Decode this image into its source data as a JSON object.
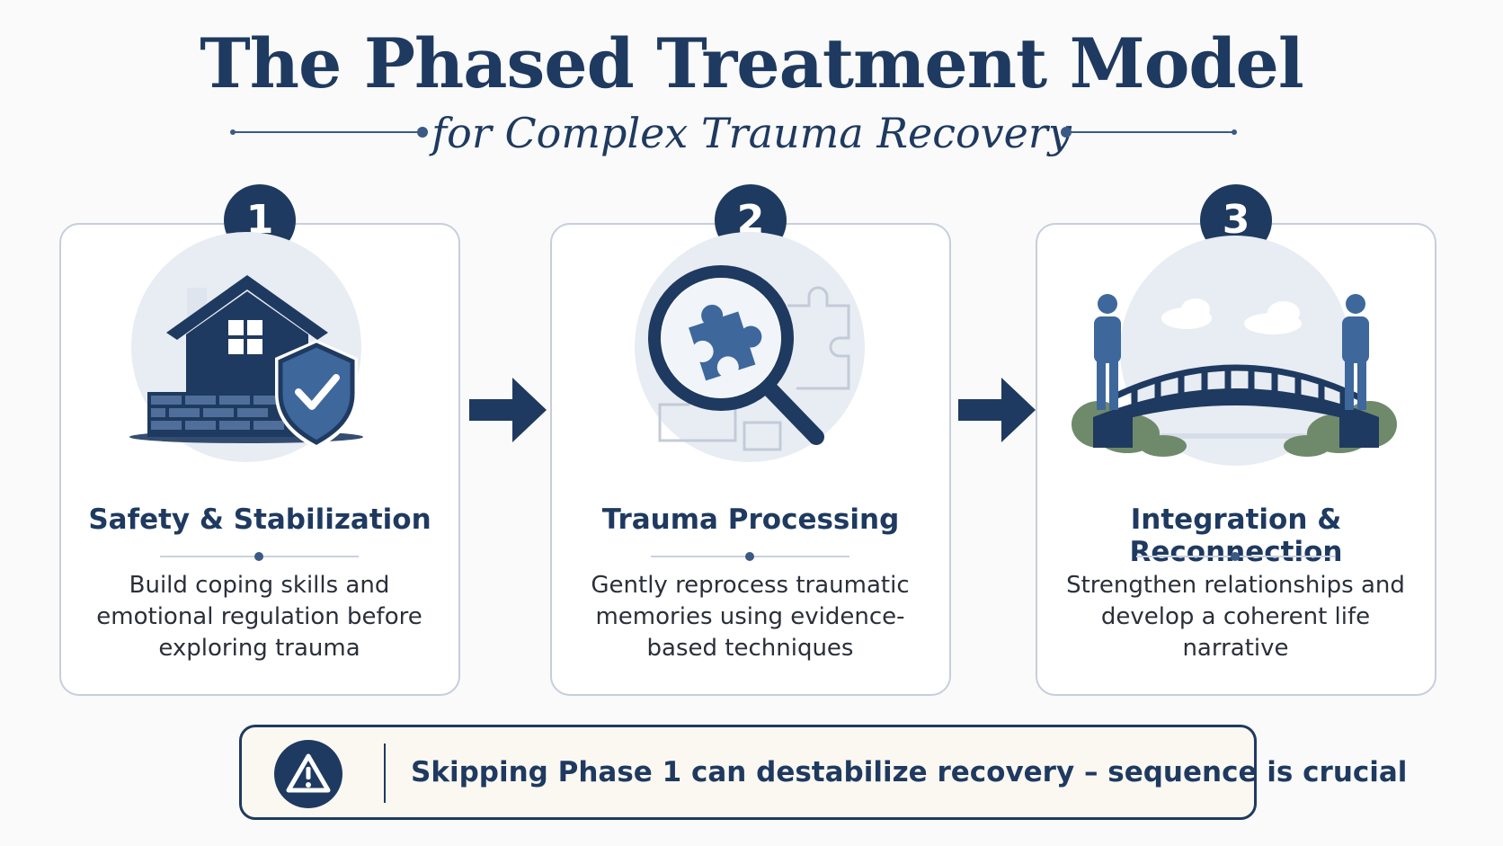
{
  "header": {
    "title": "The Phased Treatment Model",
    "subtitle": "for Complex Trauma Recovery"
  },
  "phases": [
    {
      "number": "1",
      "title": "Safety & Stabilization",
      "description": "Build coping skills and emotional regulation before exploring trauma",
      "icon": "house-shield-icon"
    },
    {
      "number": "2",
      "title": "Trauma Processing",
      "description": "Gently reprocess traumatic memories using evidence-based techniques",
      "icon": "magnifier-puzzle-icon"
    },
    {
      "number": "3",
      "title": "Integration & Reconnection",
      "description": "Strengthen relationships and develop a coherent life narrative",
      "icon": "bridge-people-icon"
    }
  ],
  "callout": {
    "text": "Skipping Phase 1 can destabilize recovery – sequence is crucial",
    "icon": "warning-icon"
  },
  "colors": {
    "navy": "#1f3a60",
    "accent_blue": "#3e679c",
    "pale_circle": "#e8ecf3",
    "card_border": "#c6cedd",
    "green": "#6e8a6a",
    "callout_bg": "#fbf8f2"
  }
}
